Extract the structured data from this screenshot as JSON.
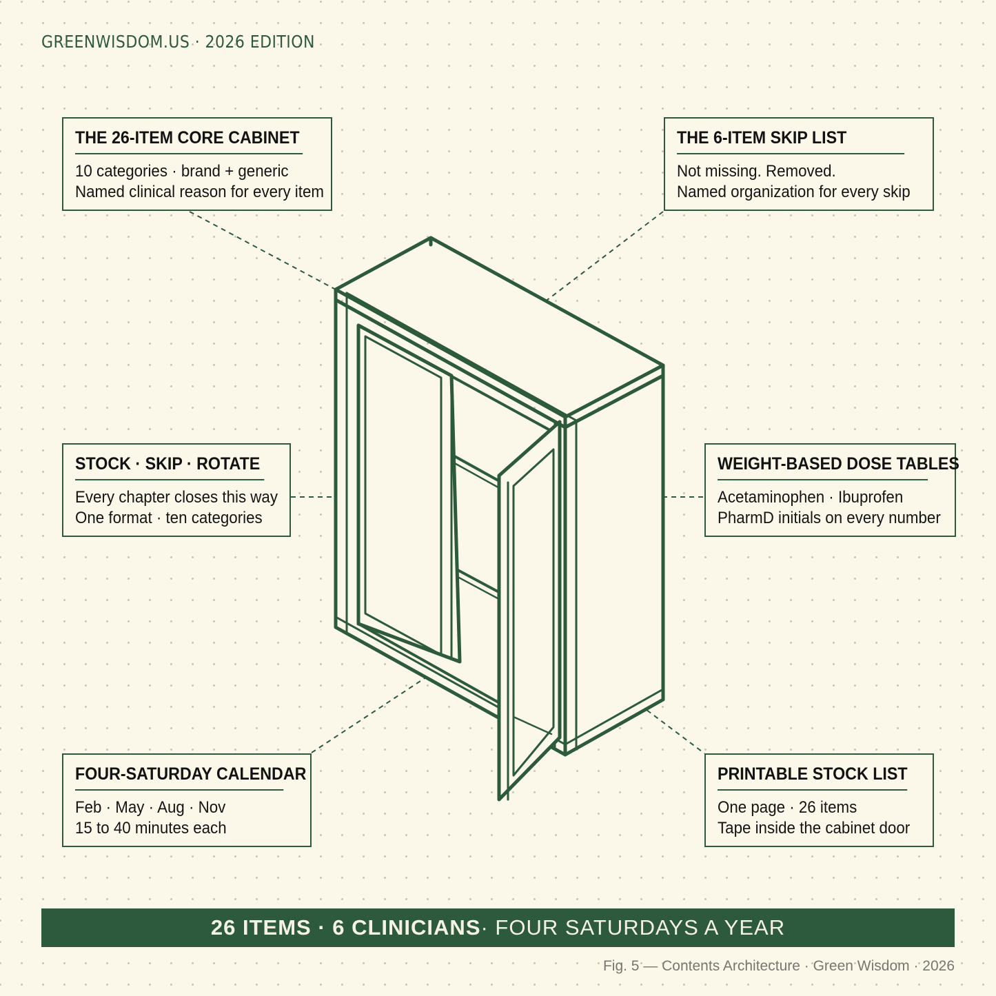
{
  "header": {
    "text": "GREENWISDOM.US · 2026 EDITION"
  },
  "callouts": {
    "core_cabinet": {
      "title": "THE 26-ITEM CORE CABINET",
      "line1": "10 categories · brand + generic",
      "line2": "Named clinical reason for every item"
    },
    "skip_list": {
      "title": "THE 6-ITEM SKIP LIST",
      "line1": "Not missing. Removed.",
      "line2": "Named organization for every skip"
    },
    "stock_skip_rotate": {
      "title": "STOCK · SKIP · ROTATE",
      "line1": "Every chapter closes this way",
      "line2": "One format · ten categories"
    },
    "dose_tables": {
      "title": "WEIGHT-BASED DOSE TABLES",
      "line1": "Acetaminophen · Ibuprofen",
      "line2": "PharmD initials on every number"
    },
    "calendar": {
      "title": "FOUR-SATURDAY CALENDAR",
      "line1": "Feb · May · Aug · Nov",
      "line2": "15 to 40 minutes each"
    },
    "stock_list": {
      "title": "PRINTABLE STOCK LIST",
      "line1": "One page · 26 items",
      "line2": "Tape inside the cabinet door"
    }
  },
  "banner": {
    "strong": "26 ITEMS · 6 CLINICIANS",
    "light": " · FOUR SATURDAYS A YEAR"
  },
  "caption": "Fig. 5 — Contents Architecture · Green Wisdom · 2026",
  "colors": {
    "accent": "#2d5a3c",
    "background": "#fbf8ea",
    "caption": "#777770"
  }
}
